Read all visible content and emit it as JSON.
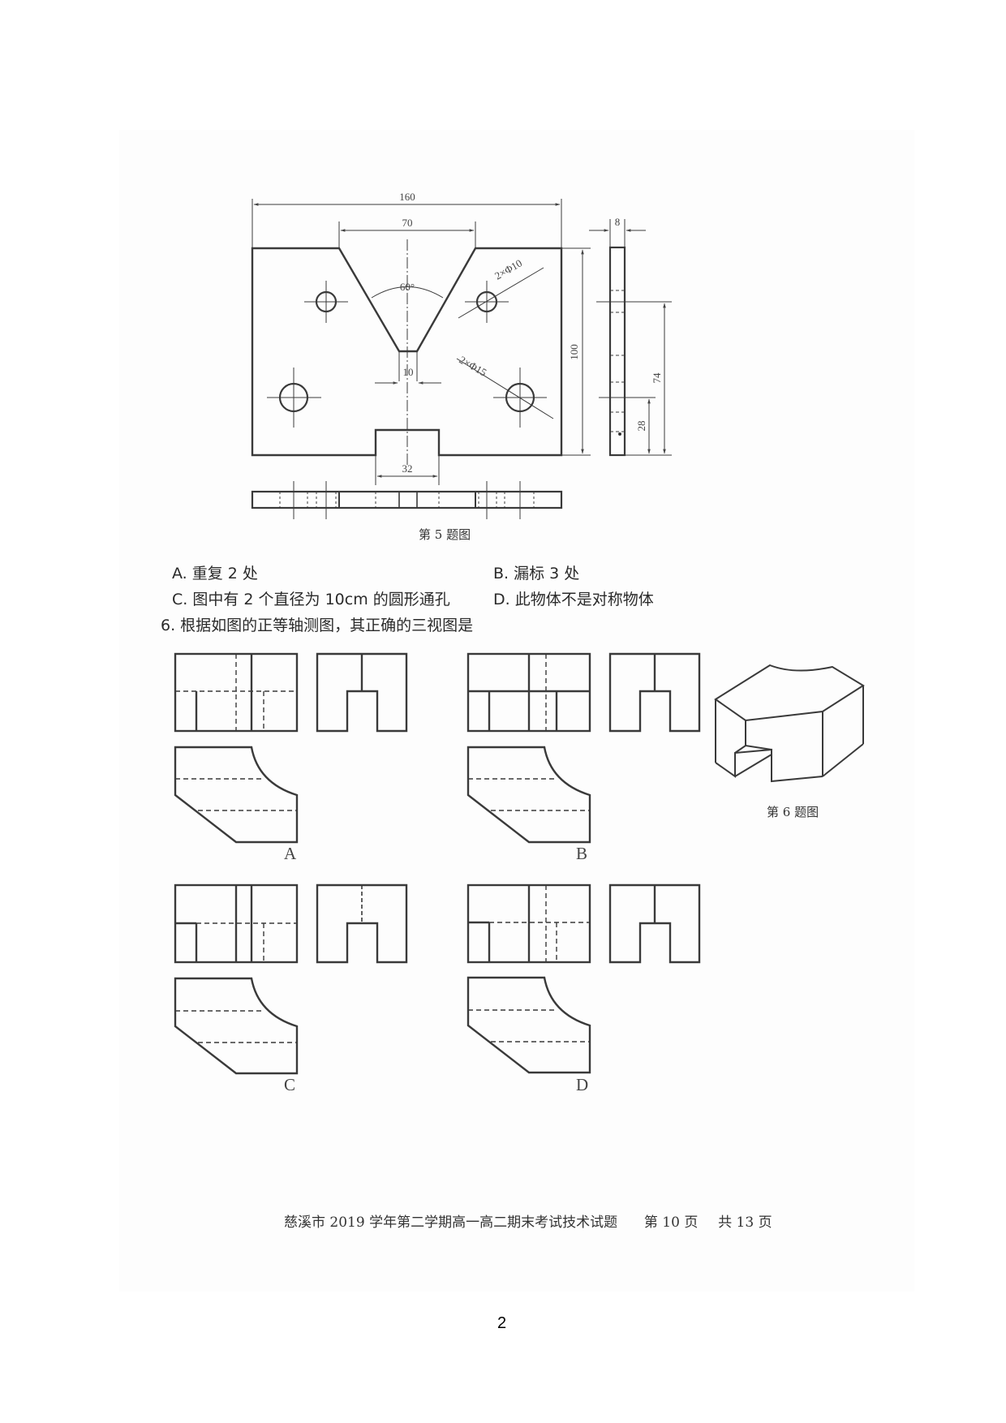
{
  "question5": {
    "figure_caption": "第 5 题图",
    "dimensions": {
      "overall_width": "160",
      "slot_top_width": "70",
      "angle": "60°",
      "slot_bottom_width": "10",
      "small_holes": "2×Φ10",
      "large_holes": "2×Φ15",
      "notch_width": "32",
      "height": "100",
      "thickness": "8",
      "side_dim_74": "74",
      "side_dim_28": "28"
    },
    "options": [
      {
        "label": "A.",
        "text": "重复 2 处"
      },
      {
        "label": "B.",
        "text": "漏标 3 处"
      },
      {
        "label": "C.",
        "text": "图中有 2 个直径为 10cm 的圆形通孔"
      },
      {
        "label": "D.",
        "text": "此物体不是对称物体"
      }
    ]
  },
  "question6": {
    "stem": "6. 根据如图的正等轴测图，其正确的三视图是",
    "figure_caption": "第 6 题图",
    "choices": [
      "A",
      "B",
      "C",
      "D"
    ]
  },
  "footer": {
    "exam_title": "慈溪市 2019 学年第二学期高一高二期末考试技术试题",
    "page_info": "第 10 页",
    "total_pages": "共 13 页"
  },
  "page_number": "2",
  "colors": {
    "line": "#3a3a3a",
    "background": "#ffffff",
    "scan_background": "#fdfdfd"
  }
}
